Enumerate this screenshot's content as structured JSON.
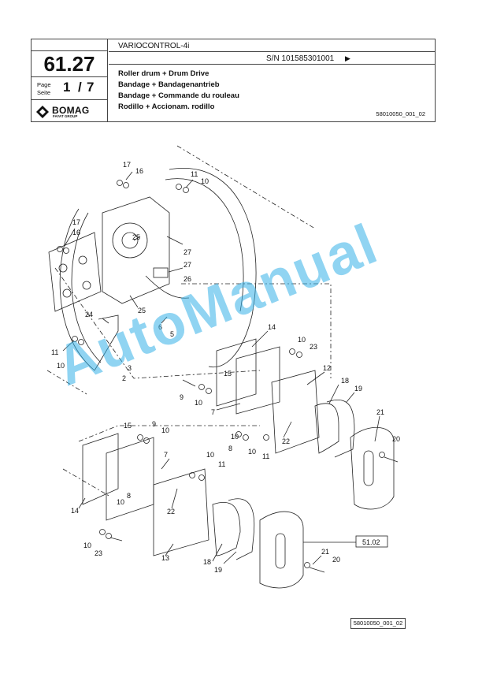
{
  "header": {
    "section": "61.27",
    "page_label_en": "Page",
    "page_label_de": "Seite",
    "page_number": "1",
    "page_separator": "/",
    "page_total": "7",
    "brand": "BOMAG",
    "brand_group": "FAYAT GROUP",
    "model": "VARIOCONTROL-4i",
    "serial": "S/N 101585301001",
    "serial_arrow": "▶",
    "titles": [
      "Roller drum + Drum Drive",
      "Bandage + Bandagenantrieb",
      "Bandage + Commande du rouleau",
      "Rodillo + Accionam. rodillo"
    ],
    "doc_id": "58010050_001_02"
  },
  "drawing": {
    "part_labels": {
      "p17a": "17",
      "p16a": "16",
      "p11a": "11",
      "p10a": "10",
      "p17b": "17",
      "p16b": "16",
      "p25a": "25",
      "p27a": "27",
      "p27b": "27",
      "p26": "26",
      "p25b": "25",
      "p24": "24",
      "p6": "6",
      "p5": "5",
      "p14a": "14",
      "p10b": "10",
      "p23a": "23",
      "p11b": "11",
      "p10c": "10",
      "p3": "3",
      "p2": "2",
      "p15a": "15",
      "p12": "12",
      "p9a": "9",
      "p10d": "10",
      "p18a": "18",
      "p19a": "19",
      "p7a": "7",
      "p22a": "22",
      "p10e": "10",
      "p8a": "8",
      "p10f": "10",
      "p11c": "11",
      "p21a": "21",
      "p20a": "20",
      "p15b": "15",
      "p9b": "9",
      "p10g": "10",
      "p7b": "7",
      "p10h": "10",
      "p11d": "11",
      "p14b": "14",
      "p10i": "10",
      "p8b": "8",
      "p22b": "22",
      "p10j": "10",
      "p23b": "23",
      "p13": "13",
      "p18b": "18",
      "p19b": "19",
      "p21b": "21",
      "p20b": "20"
    },
    "reference_box": "51.02"
  },
  "footer": {
    "doc_id": "58010050_001_02"
  },
  "watermark": "AutoManual"
}
